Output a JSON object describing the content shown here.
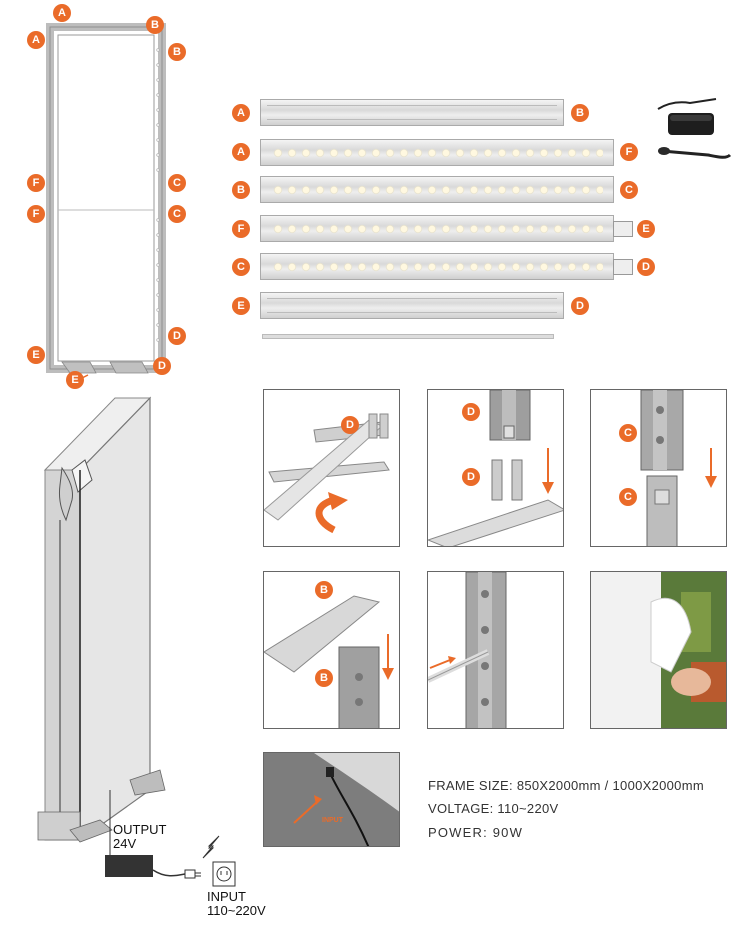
{
  "badges": {
    "frame": [
      "A",
      "B",
      "A",
      "B",
      "F",
      "C",
      "F",
      "C",
      "D",
      "E",
      "D",
      "E"
    ],
    "parts": [
      "A",
      "B",
      "A",
      "F",
      "B",
      "C",
      "F",
      "E",
      "C",
      "D",
      "E",
      "D"
    ],
    "steps": [
      "D",
      "D",
      "D",
      "C",
      "C",
      "B",
      "B"
    ]
  },
  "wiring": {
    "output_label": "OUTPUT",
    "output_voltage": "24V",
    "input_label": "INPUT",
    "input_voltage": "110~220V",
    "step_input_label": "INPUT"
  },
  "specs": {
    "frame_size": "FRAME SIZE: 850X2000mm / 1000X2000mm",
    "voltage": "VOLTAGE: 110~220V",
    "power": "POWER: 90W"
  },
  "icons": [
    "frame-outline-icon",
    "power-adapter-icon",
    "power-cable-icon",
    "plug-icon",
    "socket-icon",
    "lightning-icon",
    "arrow-down-icon",
    "curved-arrow-icon"
  ],
  "colors": {
    "badge": "#ea6b29",
    "frame": "#c8c8c8",
    "fabric": "#e6e6e6"
  }
}
